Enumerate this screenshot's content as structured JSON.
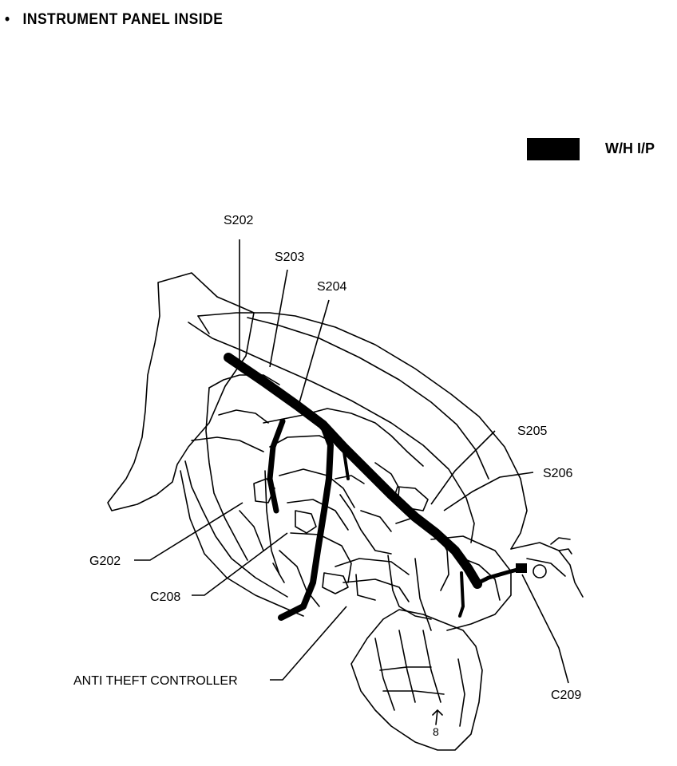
{
  "header": {
    "bullet": "•",
    "title": "INSTRUMENT PANEL INSIDE"
  },
  "legend": {
    "label": "W/H I/P",
    "swatch_color": "#000000"
  },
  "labels": {
    "s202": "S202",
    "s203": "S203",
    "s204": "S204",
    "s205": "S205",
    "s206": "S206",
    "g202": "G202",
    "c208": "C208",
    "c209": "C209",
    "anti_theft": "ANTI THEFT CONTROLLER",
    "marker": "8"
  }
}
